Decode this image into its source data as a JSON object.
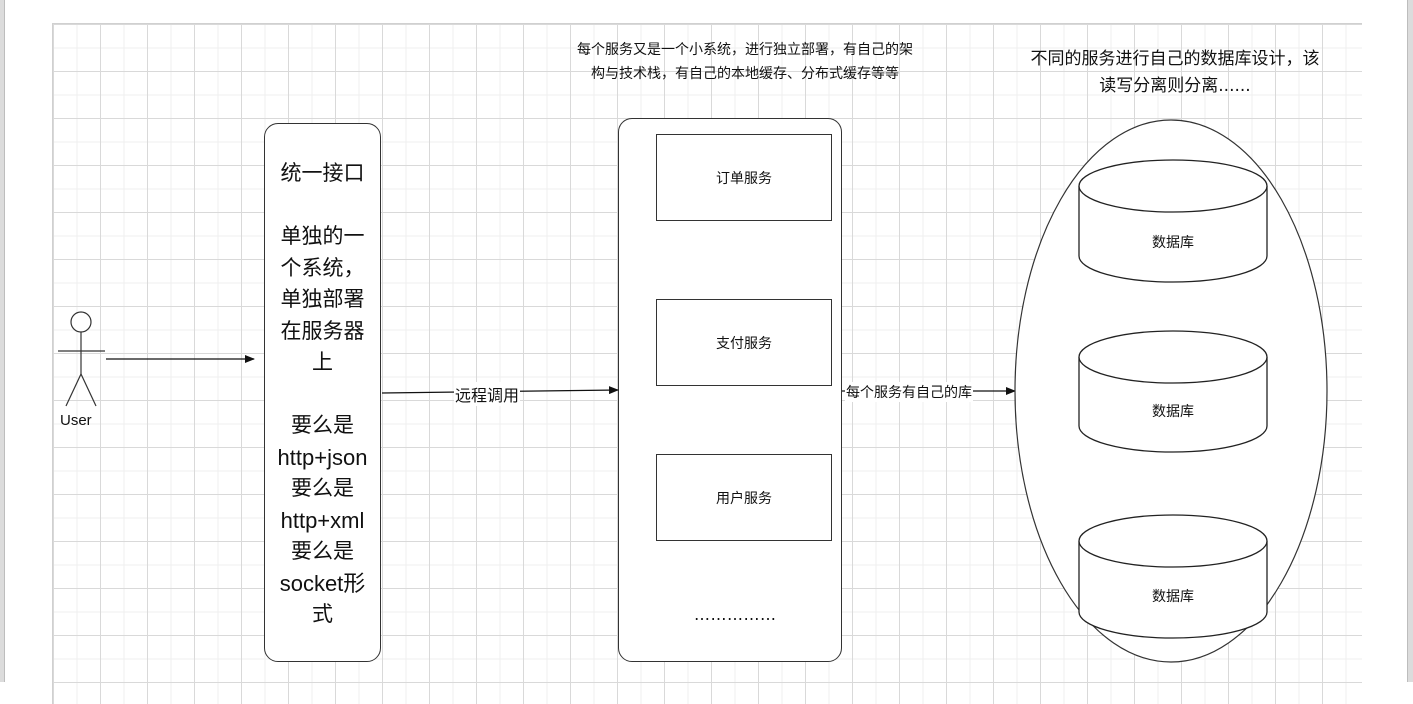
{
  "diagram": {
    "actor": {
      "label": "User"
    },
    "gateway": {
      "lines": [
        "统一接口",
        "",
        "单独的一",
        "个系统，",
        "单独部署",
        "在服务器",
        "上",
        "",
        "要么是",
        "http+json",
        "要么是",
        "http+xml",
        "要么是",
        "socket形",
        "式"
      ]
    },
    "edges": {
      "user_to_gateway": "",
      "gateway_to_services": "远程调用",
      "services_to_databases": "每个服务有自己的库"
    },
    "services_note": "每个服务又是一个小系统，进行独立部署，有自己的架构与技术栈，有自己的本地缓存、分布式缓存等等",
    "services": [
      {
        "label": "订单服务"
      },
      {
        "label": "支付服务"
      },
      {
        "label": "用户服务"
      }
    ],
    "services_more": "……………",
    "databases_note": "不同的服务进行自己的数据库设计，该读写分离则分离......",
    "databases": [
      {
        "label": "数据库"
      },
      {
        "label": "数据库"
      },
      {
        "label": "数据库"
      }
    ]
  }
}
